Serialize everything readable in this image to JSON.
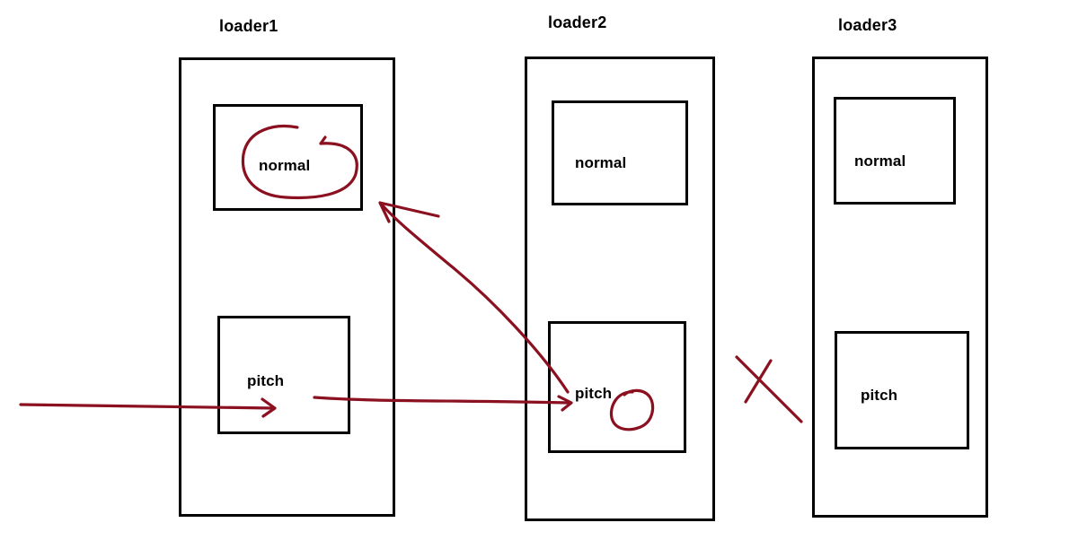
{
  "colors": {
    "ink": "#8b1020",
    "box": "#000000",
    "background": "#ffffff"
  },
  "loaders": [
    {
      "title": "loader1",
      "normal_label": "normal",
      "pitch_label": "pitch"
    },
    {
      "title": "loader2",
      "normal_label": "normal",
      "pitch_label": "pitch"
    },
    {
      "title": "loader3",
      "normal_label": "normal",
      "pitch_label": "pitch"
    }
  ],
  "annotations": {
    "loader1_normal_circled": true,
    "loader2_pitch_circled": true,
    "loader3_blocked_mark": "X",
    "flows": [
      "input to loader1 pitch",
      "loader1 pitch to loader2 pitch",
      "loader2 pitch back to loader1 normal"
    ]
  }
}
